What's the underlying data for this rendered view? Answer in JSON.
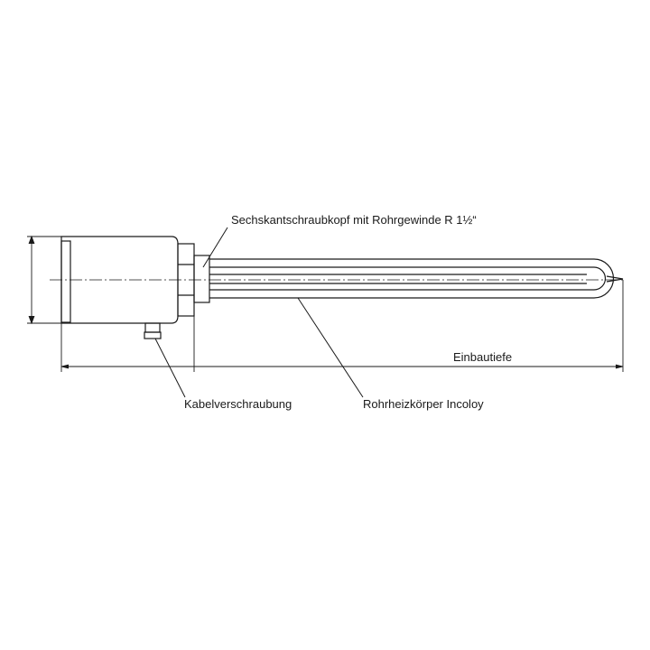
{
  "labels": {
    "hex_head": "Sechskantschraubkopf mit Rohrgewinde R 1½“",
    "depth": "Einbautiefe",
    "cable_gland": "Kabelverschraubung",
    "heater_tube": "Rohrheizkörper Incoloy"
  },
  "colors": {
    "line": "#1a1a1a"
  }
}
